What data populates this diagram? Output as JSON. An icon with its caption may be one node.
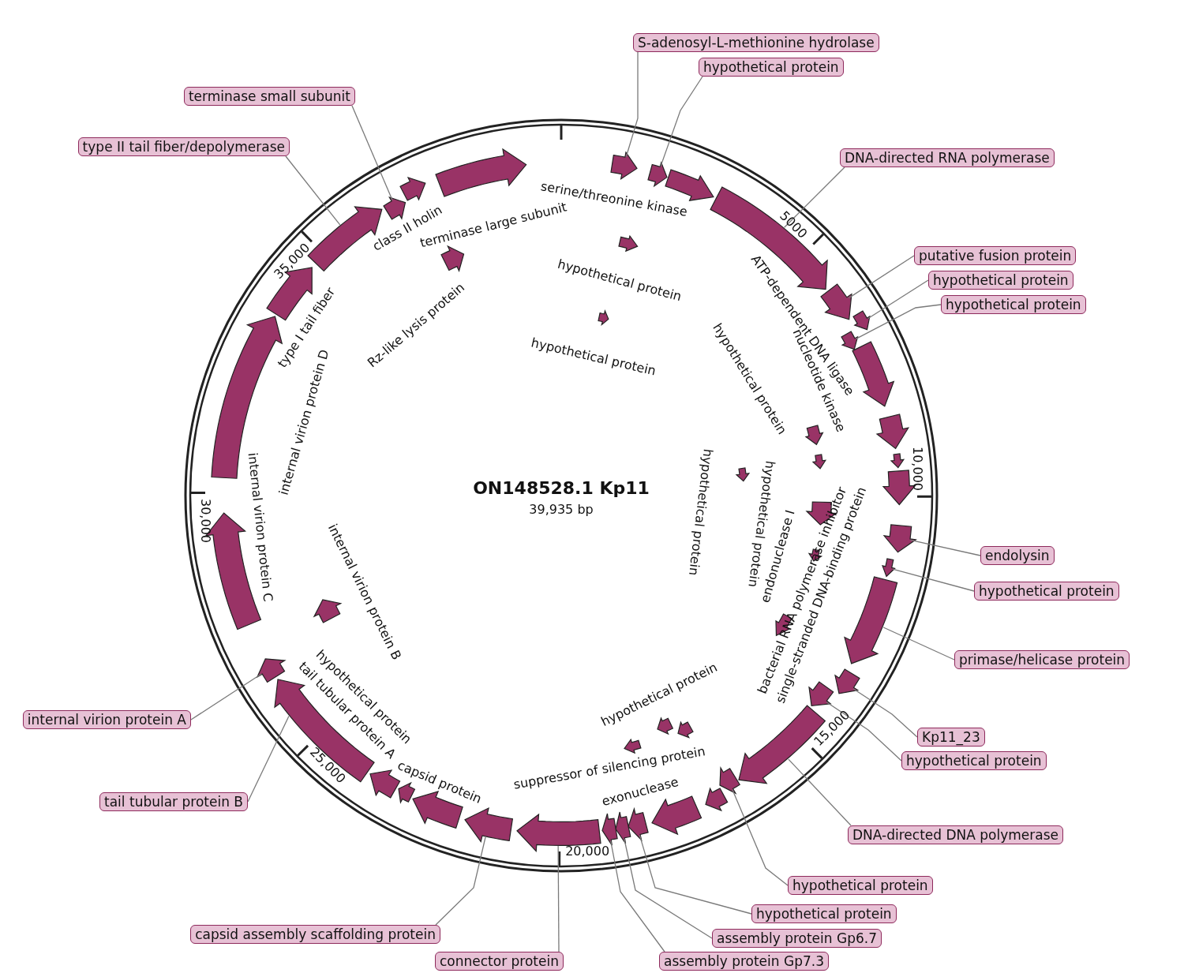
{
  "diagram": {
    "title": "ON148528.1 Kp11",
    "nodes": [
      {
        "text": [],
        "shape": "arrow"
      },
      {
        "text": [],
        "shape": "arrow"
      },
      {
        "text": [],
        "shape": "arrow",
        "beside": [
          "serine/threonine kinase"
        ]
      },
      {
        "text": [],
        "shape": "arrow"
      },
      {
        "text": [],
        "shape": "arrow"
      },
      {
        "text": [],
        "shape": "arrow"
      },
      {
        "text": [],
        "shape": "arrow"
      },
      {
        "text": [],
        "shape": "arrow",
        "beside": [
          "ATP-dependent DNA ligase"
        ]
      },
      {
        "text": [],
        "shape": "arrow"
      },
      {
        "text": [],
        "shape": "arrow"
      },
      {
        "text": [],
        "shape": "arrow"
      },
      {
        "text": [],
        "shape": "arrow"
      },
      {
        "text": [],
        "shape": "arrow"
      },
      {
        "text": [],
        "shape": "arrow"
      },
      {
        "text": [],
        "shape": "arrow"
      },
      {
        "text": [],
        "shape": "arrow"
      },
      {
        "text": [],
        "shape": "arrow"
      },
      {
        "text": [],
        "shape": "arrow"
      },
      {
        "text": [],
        "shape": "arrow"
      },
      {
        "text": [],
        "shape": "arrow",
        "beside": [
          "exonuclease"
        ]
      },
      {
        "text": [],
        "shape": "arrow"
      },
      {
        "text": [],
        "shape": "arrow"
      },
      {
        "text": [],
        "shape": "arrow"
      },
      {
        "text": [],
        "shape": "arrow"
      },
      {
        "text": [],
        "shape": "arrow"
      },
      {
        "text": [],
        "shape": "arrow",
        "beside": [
          "capsid protein"
        ]
      },
      {
        "text": [],
        "shape": "arrow"
      },
      {
        "text": [],
        "shape": "arrow"
      },
      {
        "text": [],
        "shape": "arrow"
      },
      {
        "text": [],
        "shape": "arrow"
      },
      {
        "text": [],
        "shape": "arrow",
        "beside": [
          "internal virion protein C"
        ]
      },
      {
        "text": [],
        "shape": "arrow",
        "beside": [
          "internal virion protein D"
        ]
      },
      {
        "text": [],
        "shape": "arrow",
        "beside": [
          "type I tail fiber"
        ]
      },
      {
        "text": [],
        "shape": "arrow"
      },
      {
        "text": [],
        "shape": "arrow"
      },
      {
        "text": [],
        "shape": "arrow",
        "beside": [
          "class II holin"
        ]
      },
      {
        "text": [],
        "shape": "arrow",
        "beside": [
          "terminase large subunit"
        ]
      },
      {
        "text": [],
        "shape": "arrow",
        "beside": [
          "hypothetical protein"
        ]
      },
      {
        "text": [],
        "shape": "arrow",
        "beside": [
          "hypothetical protein"
        ]
      },
      {
        "text": [],
        "shape": "arrow",
        "beside": [
          "hypothetical protein"
        ]
      },
      {
        "text": [],
        "shape": "arrow"
      },
      {
        "text": [],
        "shape": "arrow",
        "beside": [
          "hypothetical protein"
        ]
      },
      {
        "text": [],
        "shape": "arrow",
        "beside": [
          "endonuclease I"
        ]
      },
      {
        "text": [],
        "shape": "arrow"
      },
      {
        "text": [],
        "shape": "arrow"
      },
      {
        "text": [],
        "shape": "arrow"
      },
      {
        "text": [],
        "shape": "arrow",
        "beside": [
          "hypothetical protein"
        ]
      },
      {
        "text": [],
        "shape": "arrow"
      },
      {
        "text": [],
        "shape": "arrow",
        "beside": [
          "internal virion protein B"
        ]
      },
      {
        "text": [],
        "shape": "arrow",
        "beside": [
          "Rz-like lysis protein"
        ]
      },
      {
        "text": [
          "S-adenosyl-L-methionine hydrolase"
        ]
      },
      {
        "text": [
          "hypothetical protein"
        ]
      },
      {
        "text": [
          "terminase small subunit"
        ]
      },
      {
        "text": [
          "type II tail fiber/depolymerase"
        ]
      },
      {
        "text": [
          "DNA-directed RNA polymerase"
        ]
      },
      {
        "text": [
          "putative fusion protein"
        ]
      },
      {
        "text": [
          "hypothetical protein"
        ]
      },
      {
        "text": [
          "hypothetical protein"
        ]
      },
      {
        "text": [
          "endolysin"
        ]
      },
      {
        "text": [
          "hypothetical protein"
        ]
      },
      {
        "text": [
          "primase/helicase protein"
        ]
      },
      {
        "text": [
          "Kp11_23"
        ]
      },
      {
        "text": [
          "hypothetical protein"
        ]
      },
      {
        "text": [
          "DNA-directed DNA polymerase"
        ]
      },
      {
        "text": [
          "hypothetical protein"
        ]
      },
      {
        "text": [
          "hypothetical protein"
        ]
      },
      {
        "text": [
          "assembly protein Gp6.7"
        ]
      },
      {
        "text": [
          "assembly protein Gp7.3"
        ]
      },
      {
        "text": [
          "connector protein"
        ]
      },
      {
        "text": [
          "capsid assembly scaffolding protein"
        ]
      },
      {
        "text": [
          "tail tubular protein B"
        ]
      },
      {
        "text": [
          "internal virion protein A"
        ]
      }
    ],
    "edges": [
      {
        "from": 50,
        "to": 0,
        "arrow": "none"
      },
      {
        "from": 51,
        "to": 1,
        "arrow": "none"
      },
      {
        "from": 52,
        "to": 34,
        "arrow": "none"
      },
      {
        "from": 53,
        "to": 33,
        "arrow": "none"
      },
      {
        "from": 54,
        "to": 3,
        "arrow": "none"
      },
      {
        "from": 55,
        "to": 4,
        "arrow": "none"
      },
      {
        "from": 56,
        "to": 5,
        "arrow": "none"
      },
      {
        "from": 57,
        "to": 6,
        "arrow": "none"
      },
      {
        "from": 58,
        "to": 11,
        "arrow": "none"
      },
      {
        "from": 59,
        "to": 12,
        "arrow": "none"
      },
      {
        "from": 60,
        "to": 13,
        "arrow": "none"
      },
      {
        "from": 61,
        "to": 14,
        "arrow": "none"
      },
      {
        "from": 62,
        "to": 15,
        "arrow": "none"
      },
      {
        "from": 63,
        "to": 16,
        "arrow": "none"
      },
      {
        "from": 64,
        "to": 17,
        "arrow": "none"
      },
      {
        "from": 65,
        "to": 20,
        "arrow": "none"
      },
      {
        "from": 66,
        "to": 21,
        "arrow": "none"
      },
      {
        "from": 67,
        "to": 22,
        "arrow": "none"
      },
      {
        "from": 68,
        "to": 23,
        "arrow": "none"
      },
      {
        "from": 69,
        "to": 24,
        "arrow": "none"
      },
      {
        "from": 70,
        "to": 28,
        "arrow": "none"
      },
      {
        "from": 71,
        "to": 29,
        "arrow": "none"
      }
    ],
    "labels": [
      "39,935 bp",
      "5000",
      "10,000",
      "15,000",
      "20,000",
      "25,000",
      "30,000",
      "35,000",
      "nucleotide kinase",
      "bacterial RNA polymerase inhibitor",
      "single-stranded DNA-binding protein",
      "suppressor of silencing protein",
      "hypothetical protein",
      "hypothetical protein",
      "tail tubular protein A"
    ]
  }
}
